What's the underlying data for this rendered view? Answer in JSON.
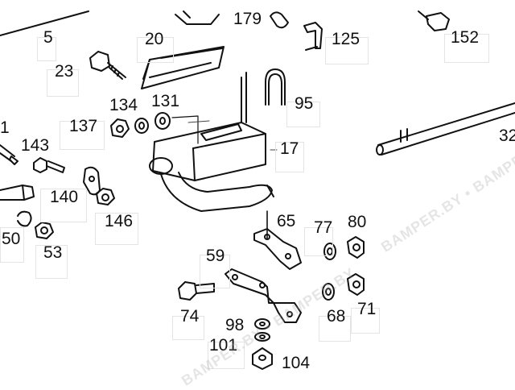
{
  "diagram": {
    "callouts": [
      {
        "id": "c179",
        "text": "179"
      },
      {
        "id": "c5",
        "text": "5"
      },
      {
        "id": "c20",
        "text": "20"
      },
      {
        "id": "c125",
        "text": "125"
      },
      {
        "id": "c152",
        "text": "152"
      },
      {
        "id": "c23",
        "text": "23"
      },
      {
        "id": "c95",
        "text": "95"
      },
      {
        "id": "c134",
        "text": "134"
      },
      {
        "id": "c131",
        "text": "131"
      },
      {
        "id": "c137",
        "text": "137"
      },
      {
        "id": "c1",
        "text": "1"
      },
      {
        "id": "c143",
        "text": "143"
      },
      {
        "id": "c17",
        "text": "17"
      },
      {
        "id": "c32",
        "text": "32"
      },
      {
        "id": "c140",
        "text": "140"
      },
      {
        "id": "c146",
        "text": "146"
      },
      {
        "id": "c50",
        "text": "50"
      },
      {
        "id": "c65",
        "text": "65"
      },
      {
        "id": "c77",
        "text": "77"
      },
      {
        "id": "c80",
        "text": "80"
      },
      {
        "id": "c53",
        "text": "53"
      },
      {
        "id": "c59",
        "text": "59"
      },
      {
        "id": "c74",
        "text": "74"
      },
      {
        "id": "c68",
        "text": "68"
      },
      {
        "id": "c71",
        "text": "71"
      },
      {
        "id": "c98",
        "text": "98"
      },
      {
        "id": "c101",
        "text": "101"
      },
      {
        "id": "c104",
        "text": "104"
      }
    ],
    "watermarks": [
      {
        "id": "wm1",
        "text": "BAMPER.BY • BAMPER.BY"
      },
      {
        "id": "wm2",
        "text": "BAMPER.BY • BAMPER.BY"
      }
    ]
  }
}
